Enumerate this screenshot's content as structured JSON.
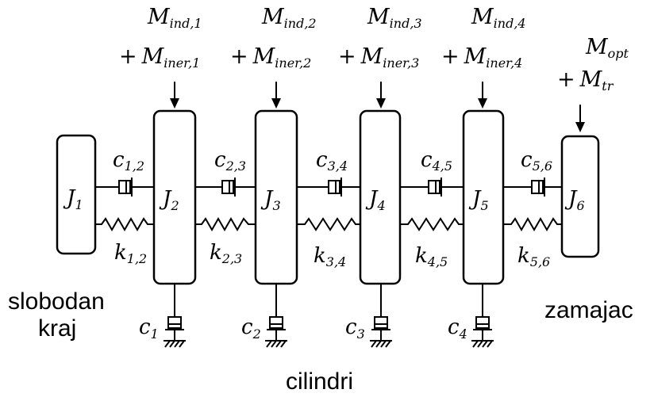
{
  "inertias": [
    {
      "label": "J",
      "sub": "1"
    },
    {
      "label": "J",
      "sub": "2"
    },
    {
      "label": "J",
      "sub": "3"
    },
    {
      "label": "J",
      "sub": "4"
    },
    {
      "label": "J",
      "sub": "5"
    },
    {
      "label": "J",
      "sub": "6"
    }
  ],
  "couplings": [
    {
      "c": "c",
      "c_sub": "1,2",
      "k": "k",
      "k_sub": "1,2"
    },
    {
      "c": "c",
      "c_sub": "2,3",
      "k": "k",
      "k_sub": "2,3"
    },
    {
      "c": "c",
      "c_sub": "3,4",
      "k": "k",
      "k_sub": "3,4"
    },
    {
      "c": "c",
      "c_sub": "4,5",
      "k": "k",
      "k_sub": "4,5"
    },
    {
      "c": "c",
      "c_sub": "5,6",
      "k": "k",
      "k_sub": "5,6"
    }
  ],
  "ground_dampers": [
    {
      "label": "c",
      "sub": "1"
    },
    {
      "label": "c",
      "sub": "2"
    },
    {
      "label": "c",
      "sub": "3"
    },
    {
      "label": "c",
      "sub": "4"
    }
  ],
  "moments": [
    {
      "line1": "M",
      "line1_sub": "ind,1",
      "plus": "+",
      "line2": "M",
      "line2_sub": "iner,1"
    },
    {
      "line1": "M",
      "line1_sub": "ind,2",
      "plus": "+",
      "line2": "M",
      "line2_sub": "iner,2"
    },
    {
      "line1": "M",
      "line1_sub": "ind,3",
      "plus": "+",
      "line2": "M",
      "line2_sub": "iner,3"
    },
    {
      "line1": "M",
      "line1_sub": "ind,4",
      "plus": "+",
      "line2": "M",
      "line2_sub": "iner,4"
    }
  ],
  "end_moment": {
    "line1": "M",
    "line1_sub": "opt",
    "plus": "+",
    "line2": "M",
    "line2_sub": "tr"
  },
  "labels": {
    "free_end_line1": "slobodan",
    "free_end_line2": "kraj",
    "flywheel": "zamajac",
    "cylinders": "cilindri"
  }
}
